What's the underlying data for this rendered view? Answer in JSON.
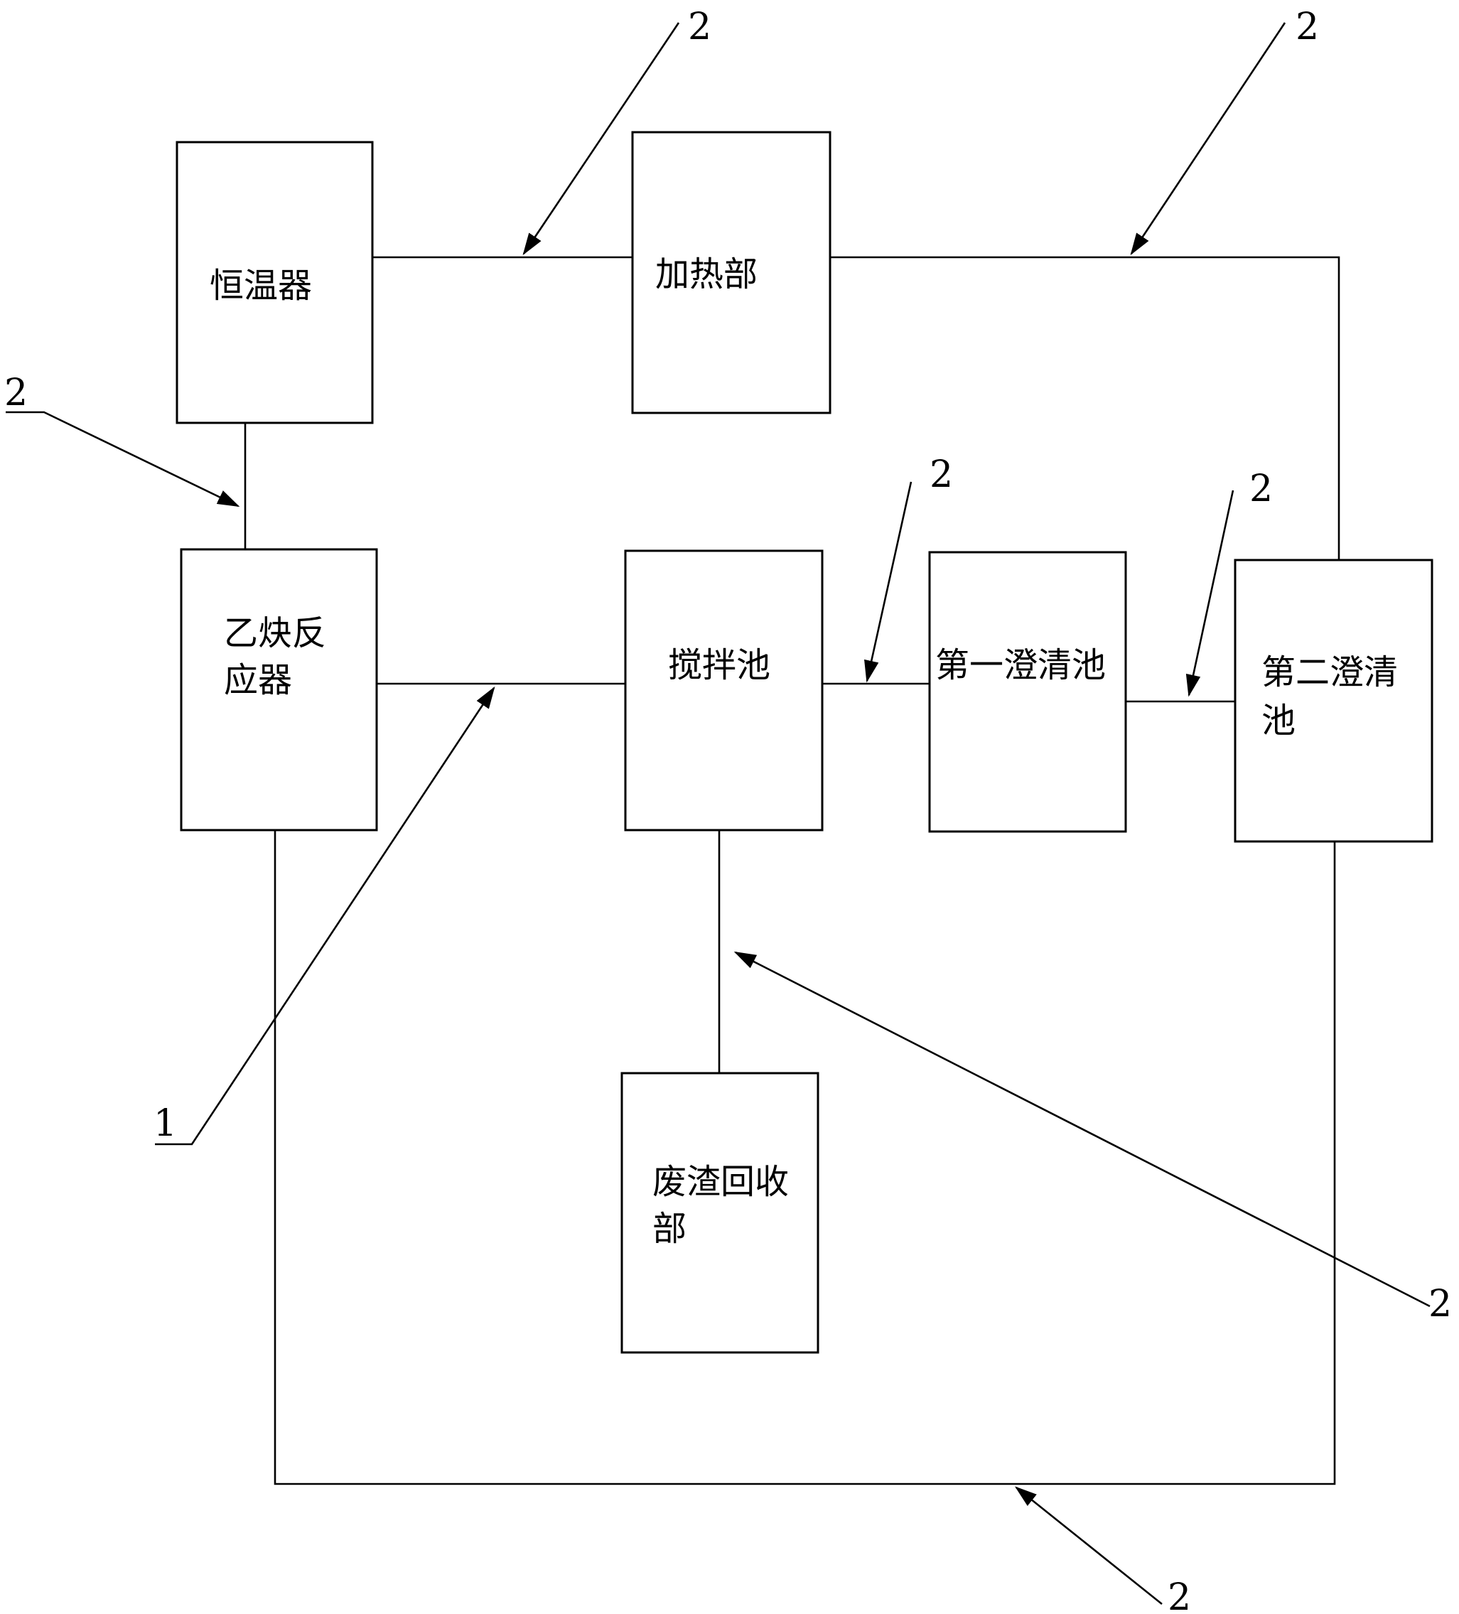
{
  "components": {
    "thermostat": "恒温器",
    "heater": "加热部",
    "acetylene_reactor_line1": "乙炔反",
    "acetylene_reactor_line2": "应器",
    "stirring_tank": "搅拌池",
    "first_clarifier": "第一澄清池",
    "second_clarifier_line1": "第二澄清",
    "second_clarifier_line2": "池",
    "waste_recovery_line1": "废渣回收",
    "waste_recovery_line2": "部"
  },
  "reference_numerals": {
    "pipe": "2",
    "main_pipe": "1"
  }
}
